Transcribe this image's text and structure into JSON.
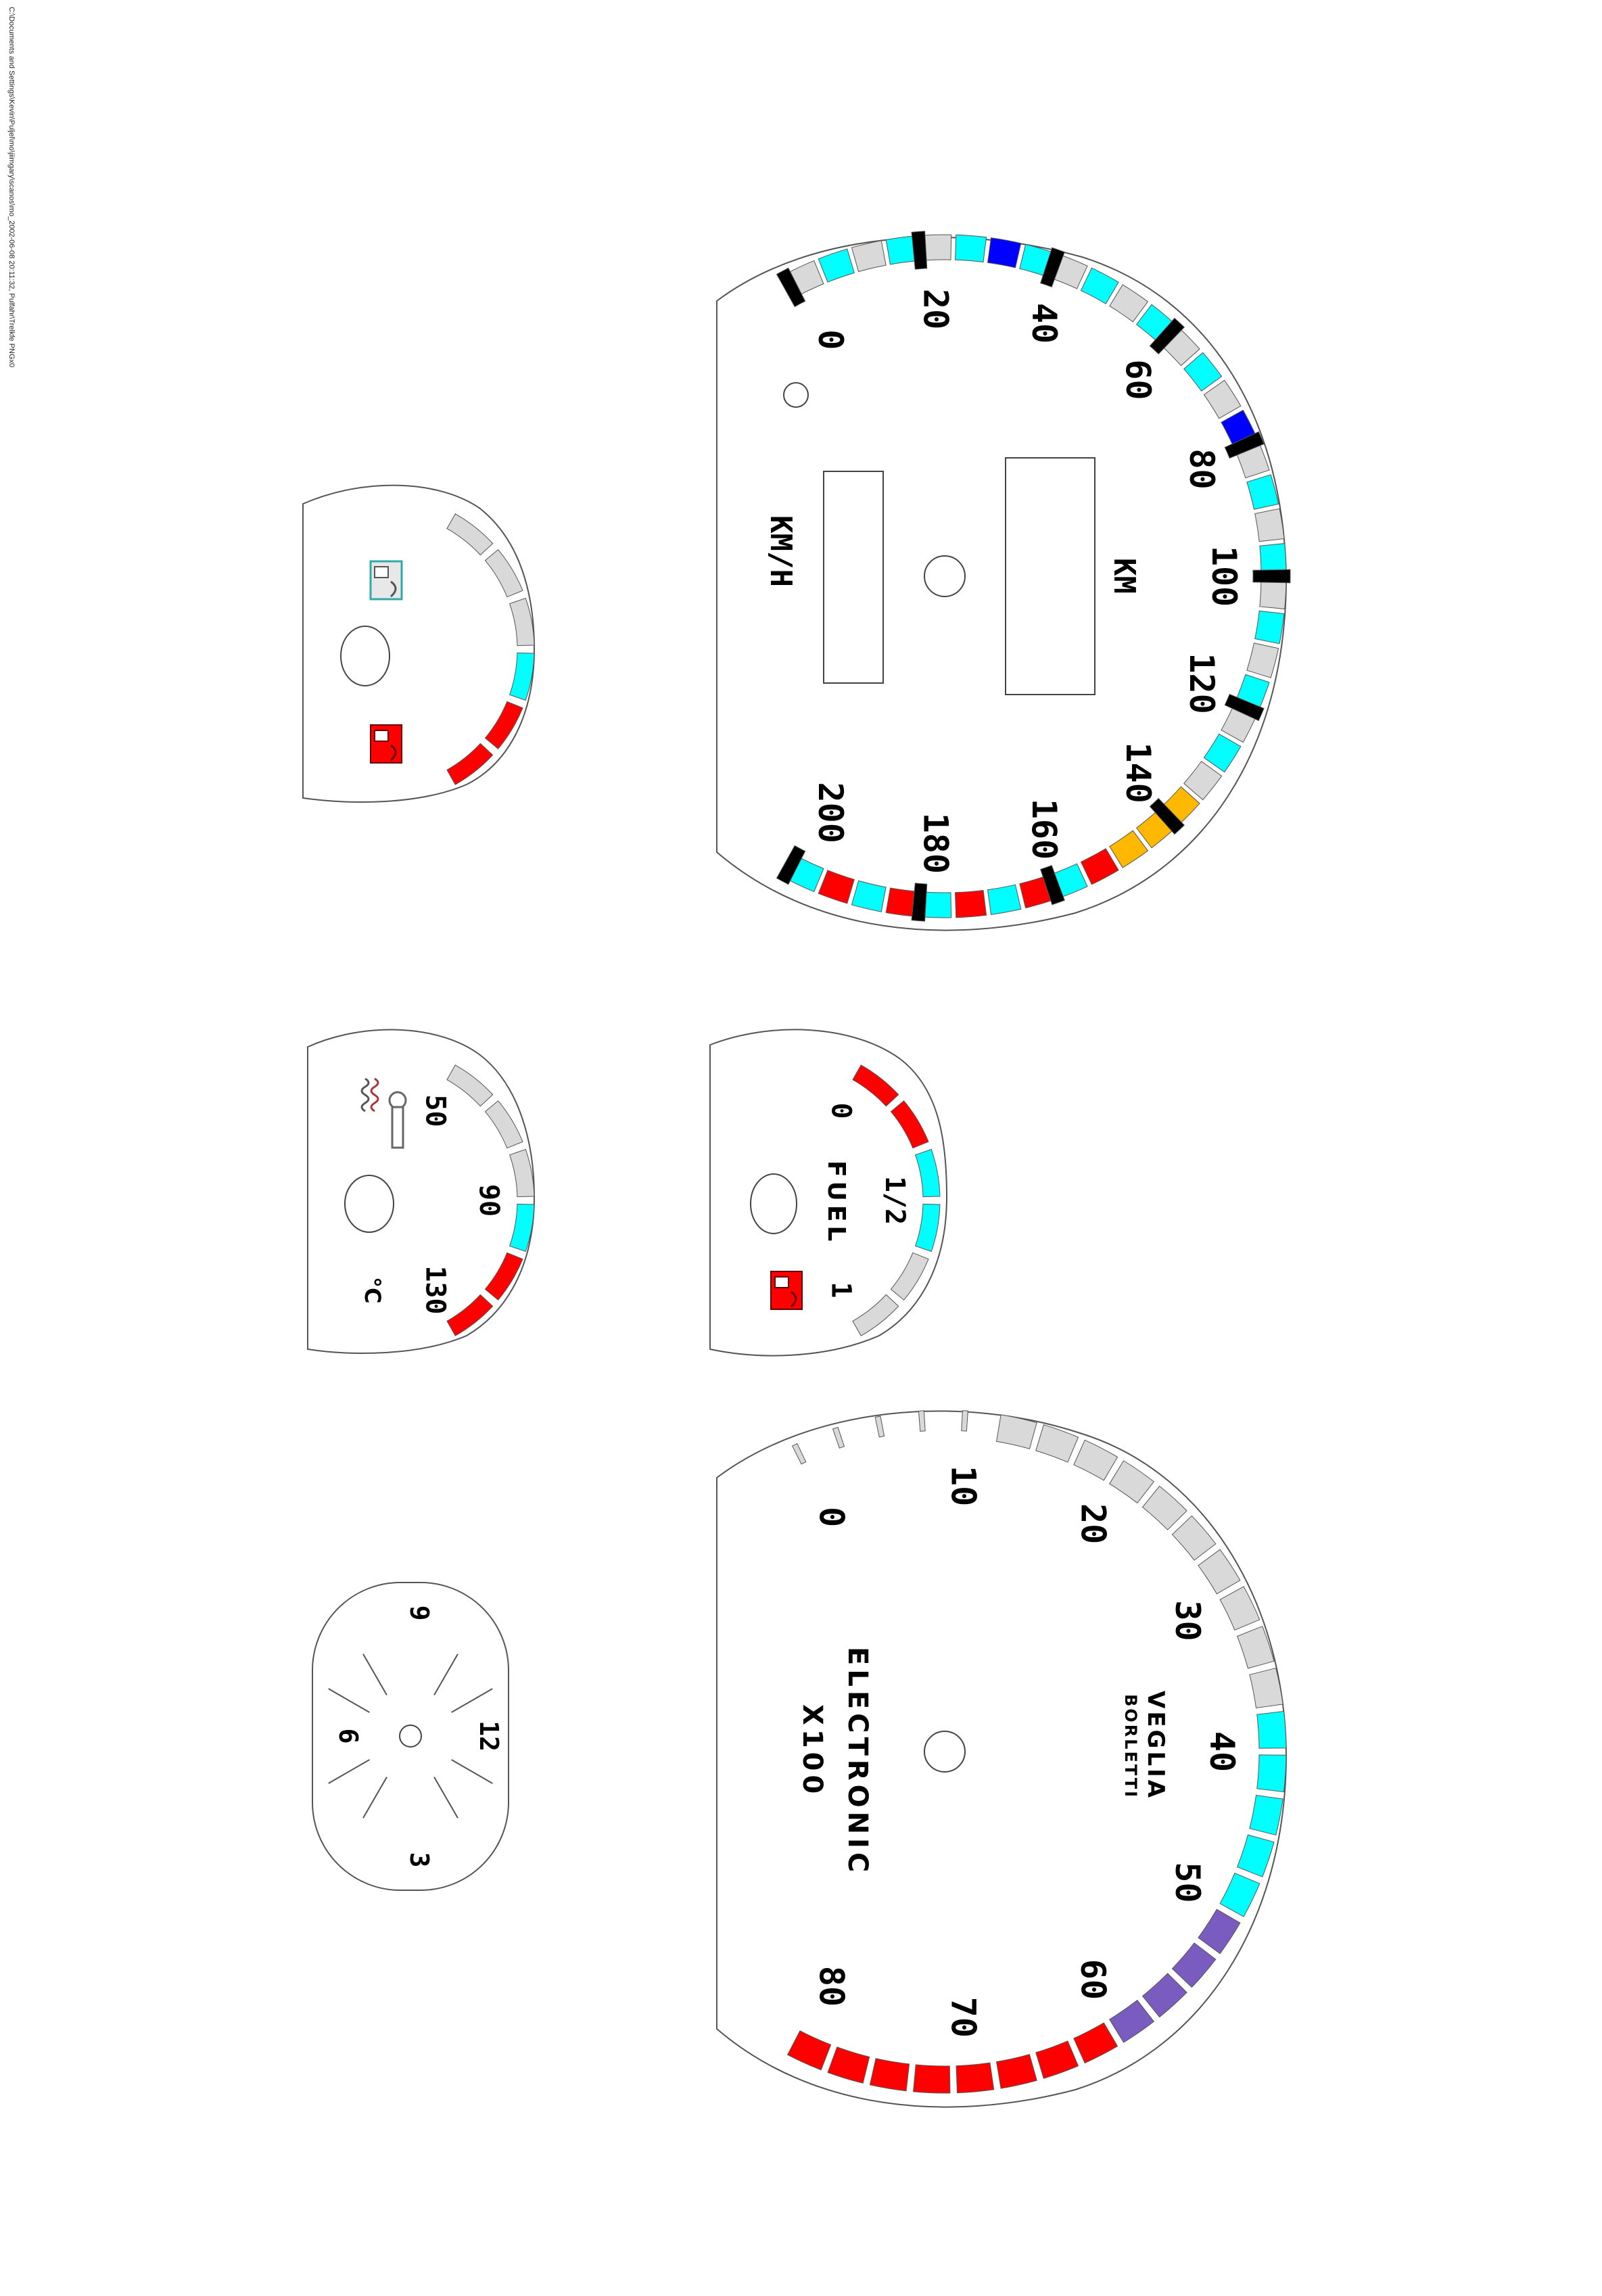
{
  "caption": "C:\\Documents and Settings\\Kevin\\Puljel\\mo\\jiimgary\\scanos\\mo_2002-06-08 20:11:32, Pulfahr\\Trelkfe PNGx0",
  "speedometer": {
    "ticks": [
      "0",
      "20",
      "40",
      "60",
      "80",
      "100",
      "120",
      "140",
      "160",
      "180",
      "200"
    ],
    "unit": "KM/H",
    "odometer_unit": "KM"
  },
  "tachometer": {
    "ticks": [
      "0",
      "10",
      "20",
      "30",
      "40",
      "50",
      "60",
      "70",
      "80"
    ],
    "brand": "VEGLIA",
    "brand_sub": "BORLETTI",
    "title": "ELECTRONIC",
    "multiplier": "X100"
  },
  "temperature": {
    "ticks": [
      "50",
      "90",
      "130"
    ],
    "unit": "°C"
  },
  "fuel": {
    "label": "FUEL",
    "ticks": [
      "0",
      "1/2",
      "1"
    ]
  },
  "clock": {
    "ticks": [
      "9",
      "12",
      "3",
      "6"
    ]
  },
  "colors": {
    "cyan": "#00ffff",
    "red": "#ff0000",
    "gray": "#d9d9d9",
    "blue": "#0000ff",
    "orange": "#ffb800",
    "purple": "#7a5cc0",
    "black": "#000000"
  }
}
